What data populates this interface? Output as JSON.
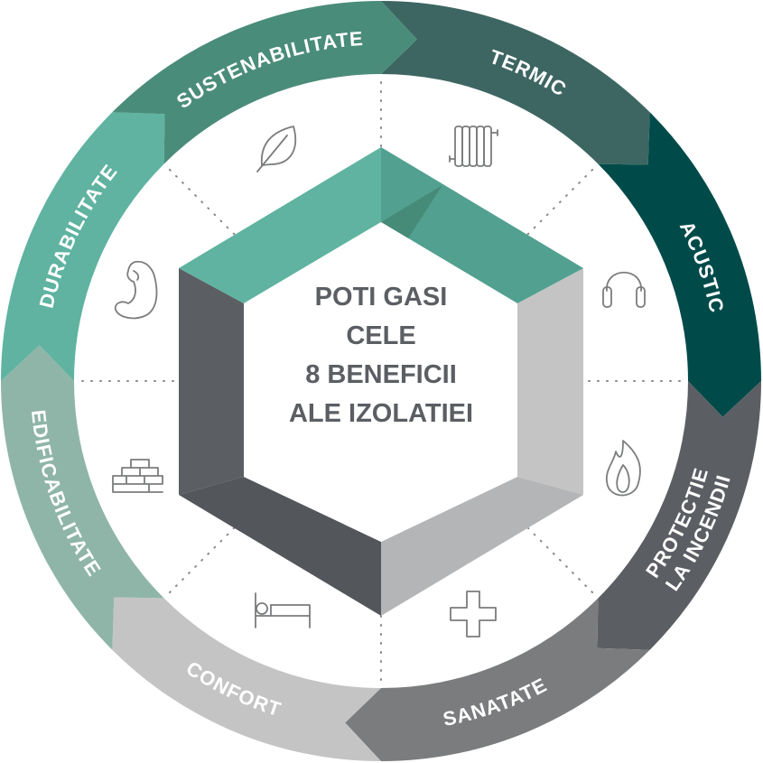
{
  "center_text": [
    "POTI GASI",
    "CELE",
    "8 BENEFICII",
    "ALE IZOLATIEI"
  ],
  "segments": [
    {
      "label": [
        "TERMIC"
      ],
      "color": "#3d6662",
      "icon": "radiator-icon"
    },
    {
      "label": [
        "ACUSTIC"
      ],
      "color": "#004b4a",
      "icon": "headphones-icon"
    },
    {
      "label": [
        "PROTECTIE",
        "LA INCENDII"
      ],
      "color": "#5b5e63",
      "icon": "flame-icon"
    },
    {
      "label": [
        "SANATATE"
      ],
      "color": "#7a7c7d",
      "icon": "plus-icon"
    },
    {
      "label": [
        "CONFORT"
      ],
      "color": "#c4c4c4",
      "icon": "bed-icon"
    },
    {
      "label": [
        "EDIFICABILITATE"
      ],
      "color": "#8fb5a8",
      "icon": "bricks-icon"
    },
    {
      "label": [
        "DURABILITATE"
      ],
      "color": "#5fb3a0",
      "icon": "bicep-icon"
    },
    {
      "label": [
        "SUSTENABILITATE"
      ],
      "color": "#4a8c7a",
      "icon": "leaf-icon"
    }
  ],
  "hexagon_colors": {
    "top_left": "#5fb3a0",
    "top_right": "#52a090",
    "left": "#5b5e63",
    "right": "#c4c4c4",
    "bottom_left": "#53565b",
    "bottom_right": "#b4b5b6"
  }
}
